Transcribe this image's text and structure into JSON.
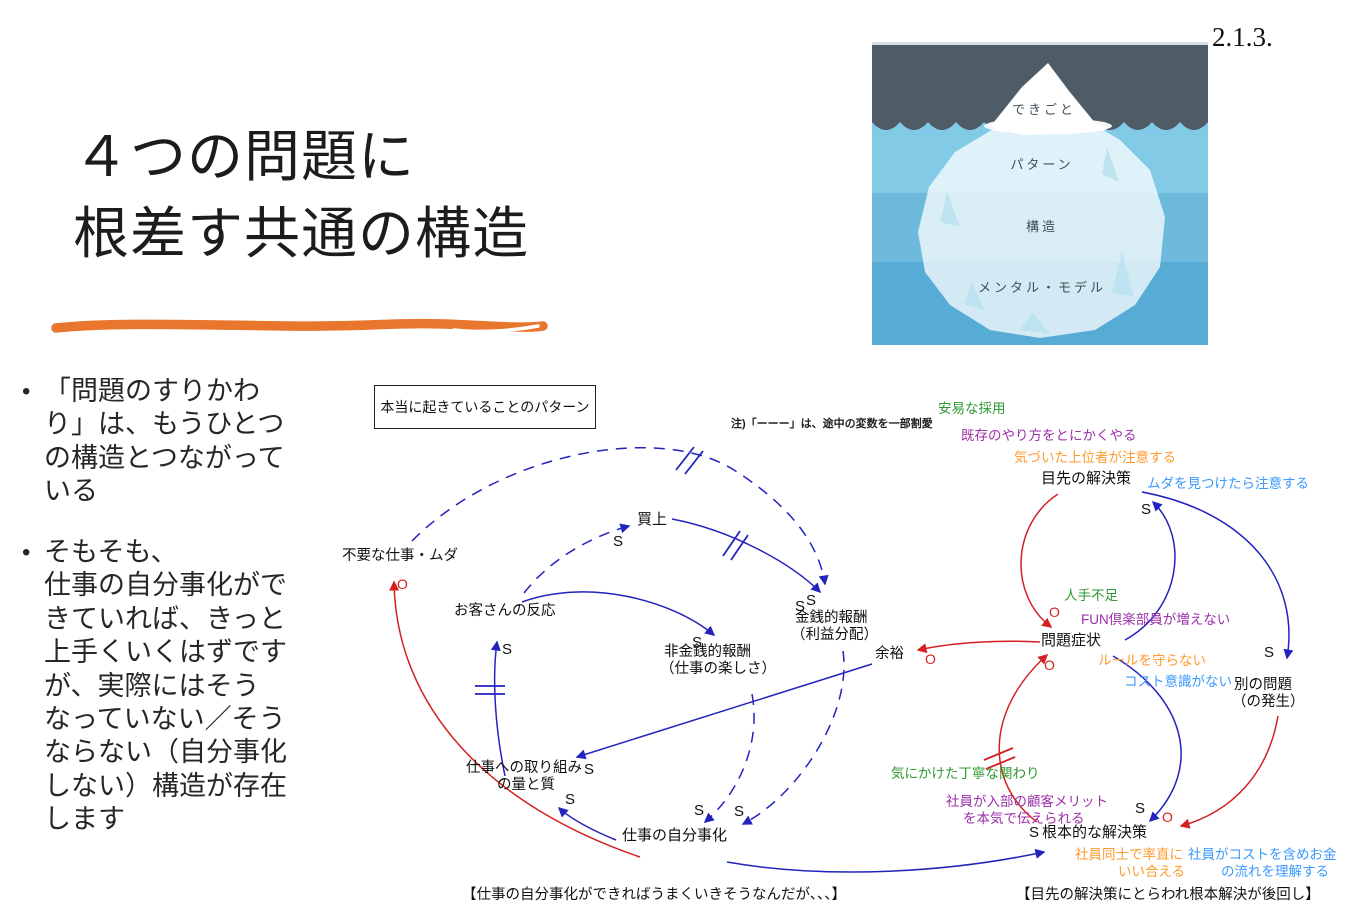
{
  "page": {
    "slide_number": "2.1.3."
  },
  "title": {
    "line1": "４つの問題に",
    "line2": "根差す共通の構造"
  },
  "bullets": {
    "b1": [
      "「問題のすりかわ",
      "り」は、もうひとつ",
      "の構造とつながって",
      "いる"
    ],
    "b2": [
      "そもそも、",
      "仕事の自分事化がで",
      "きていれば、きっと",
      "上手くいくはずです",
      "が、実際にはそう",
      "なっていない／そう",
      "ならない（自分事化",
      "しない）構造が存在",
      "します"
    ]
  },
  "iceberg": {
    "level1": "できごと",
    "level2": "パターン",
    "level3": "構造",
    "level4": "メンタル・モデル"
  },
  "diagram": {
    "box_label": "本当に起きていることのパターン",
    "note": "注)「ーーー」は、途中の変数を一部割愛",
    "s": "S",
    "o": "O",
    "nodes": {
      "fuyou": "不要な仕事・ムダ",
      "okyaku": "お客さんの反応",
      "kaiage": "買上",
      "kinsen1": "金銭的報酬",
      "kinsen2": "（利益分配）",
      "hikinsen1": "非金銭的報酬",
      "hikinsen2": "（仕事の楽しさ）",
      "yoyu": "余裕",
      "mondai": "問題症状",
      "mesaki": "目先の解決策",
      "betsu1": "別の問題",
      "betsu2": "（の発生）",
      "torikumi1": "仕事への取り組み",
      "torikumi2": "の量と質",
      "jibungoto": "仕事の自分事化",
      "konpon": "根本的な解決策"
    },
    "examples": {
      "green1": "安易な採用",
      "purple1": "既存のやり方をとにかくやる",
      "orange1": "気づいた上位者が注意する",
      "blue1": "ムダを見つけたら注意する",
      "green2": "人手不足",
      "purple2": "FUN倶楽部員が増えない",
      "orange2": "ルールを守らない",
      "blue2": "コスト意識がない",
      "green3": "気にかけた丁寧な関わり",
      "purple3a": "社員が入部の顧客メリット",
      "purple3b": "を本気で伝えられる",
      "orange3a": "社員同士で率直に",
      "orange3b": "いい合える",
      "blue3a": "社員がコストを含めお金",
      "blue3b": "の流れを理解する"
    },
    "captions": {
      "left": "【仕事の自分事化ができればうまくいきそうなんだが、、、】",
      "right": "【目先の解決策にとらわれ根本解決が後回し】"
    }
  },
  "colors": {
    "accent_underline": "#e8762c",
    "arrow_blue": "#2323bd",
    "arrow_red": "#d42020",
    "text_green": "#2f9a32",
    "text_purple": "#9b30a8",
    "text_orange": "#ff9a2e",
    "text_lightblue": "#3b99fd",
    "sky": "#4d5c66",
    "water1": "#82cae6",
    "water2": "#6ebadc",
    "water3": "#57acd6"
  }
}
